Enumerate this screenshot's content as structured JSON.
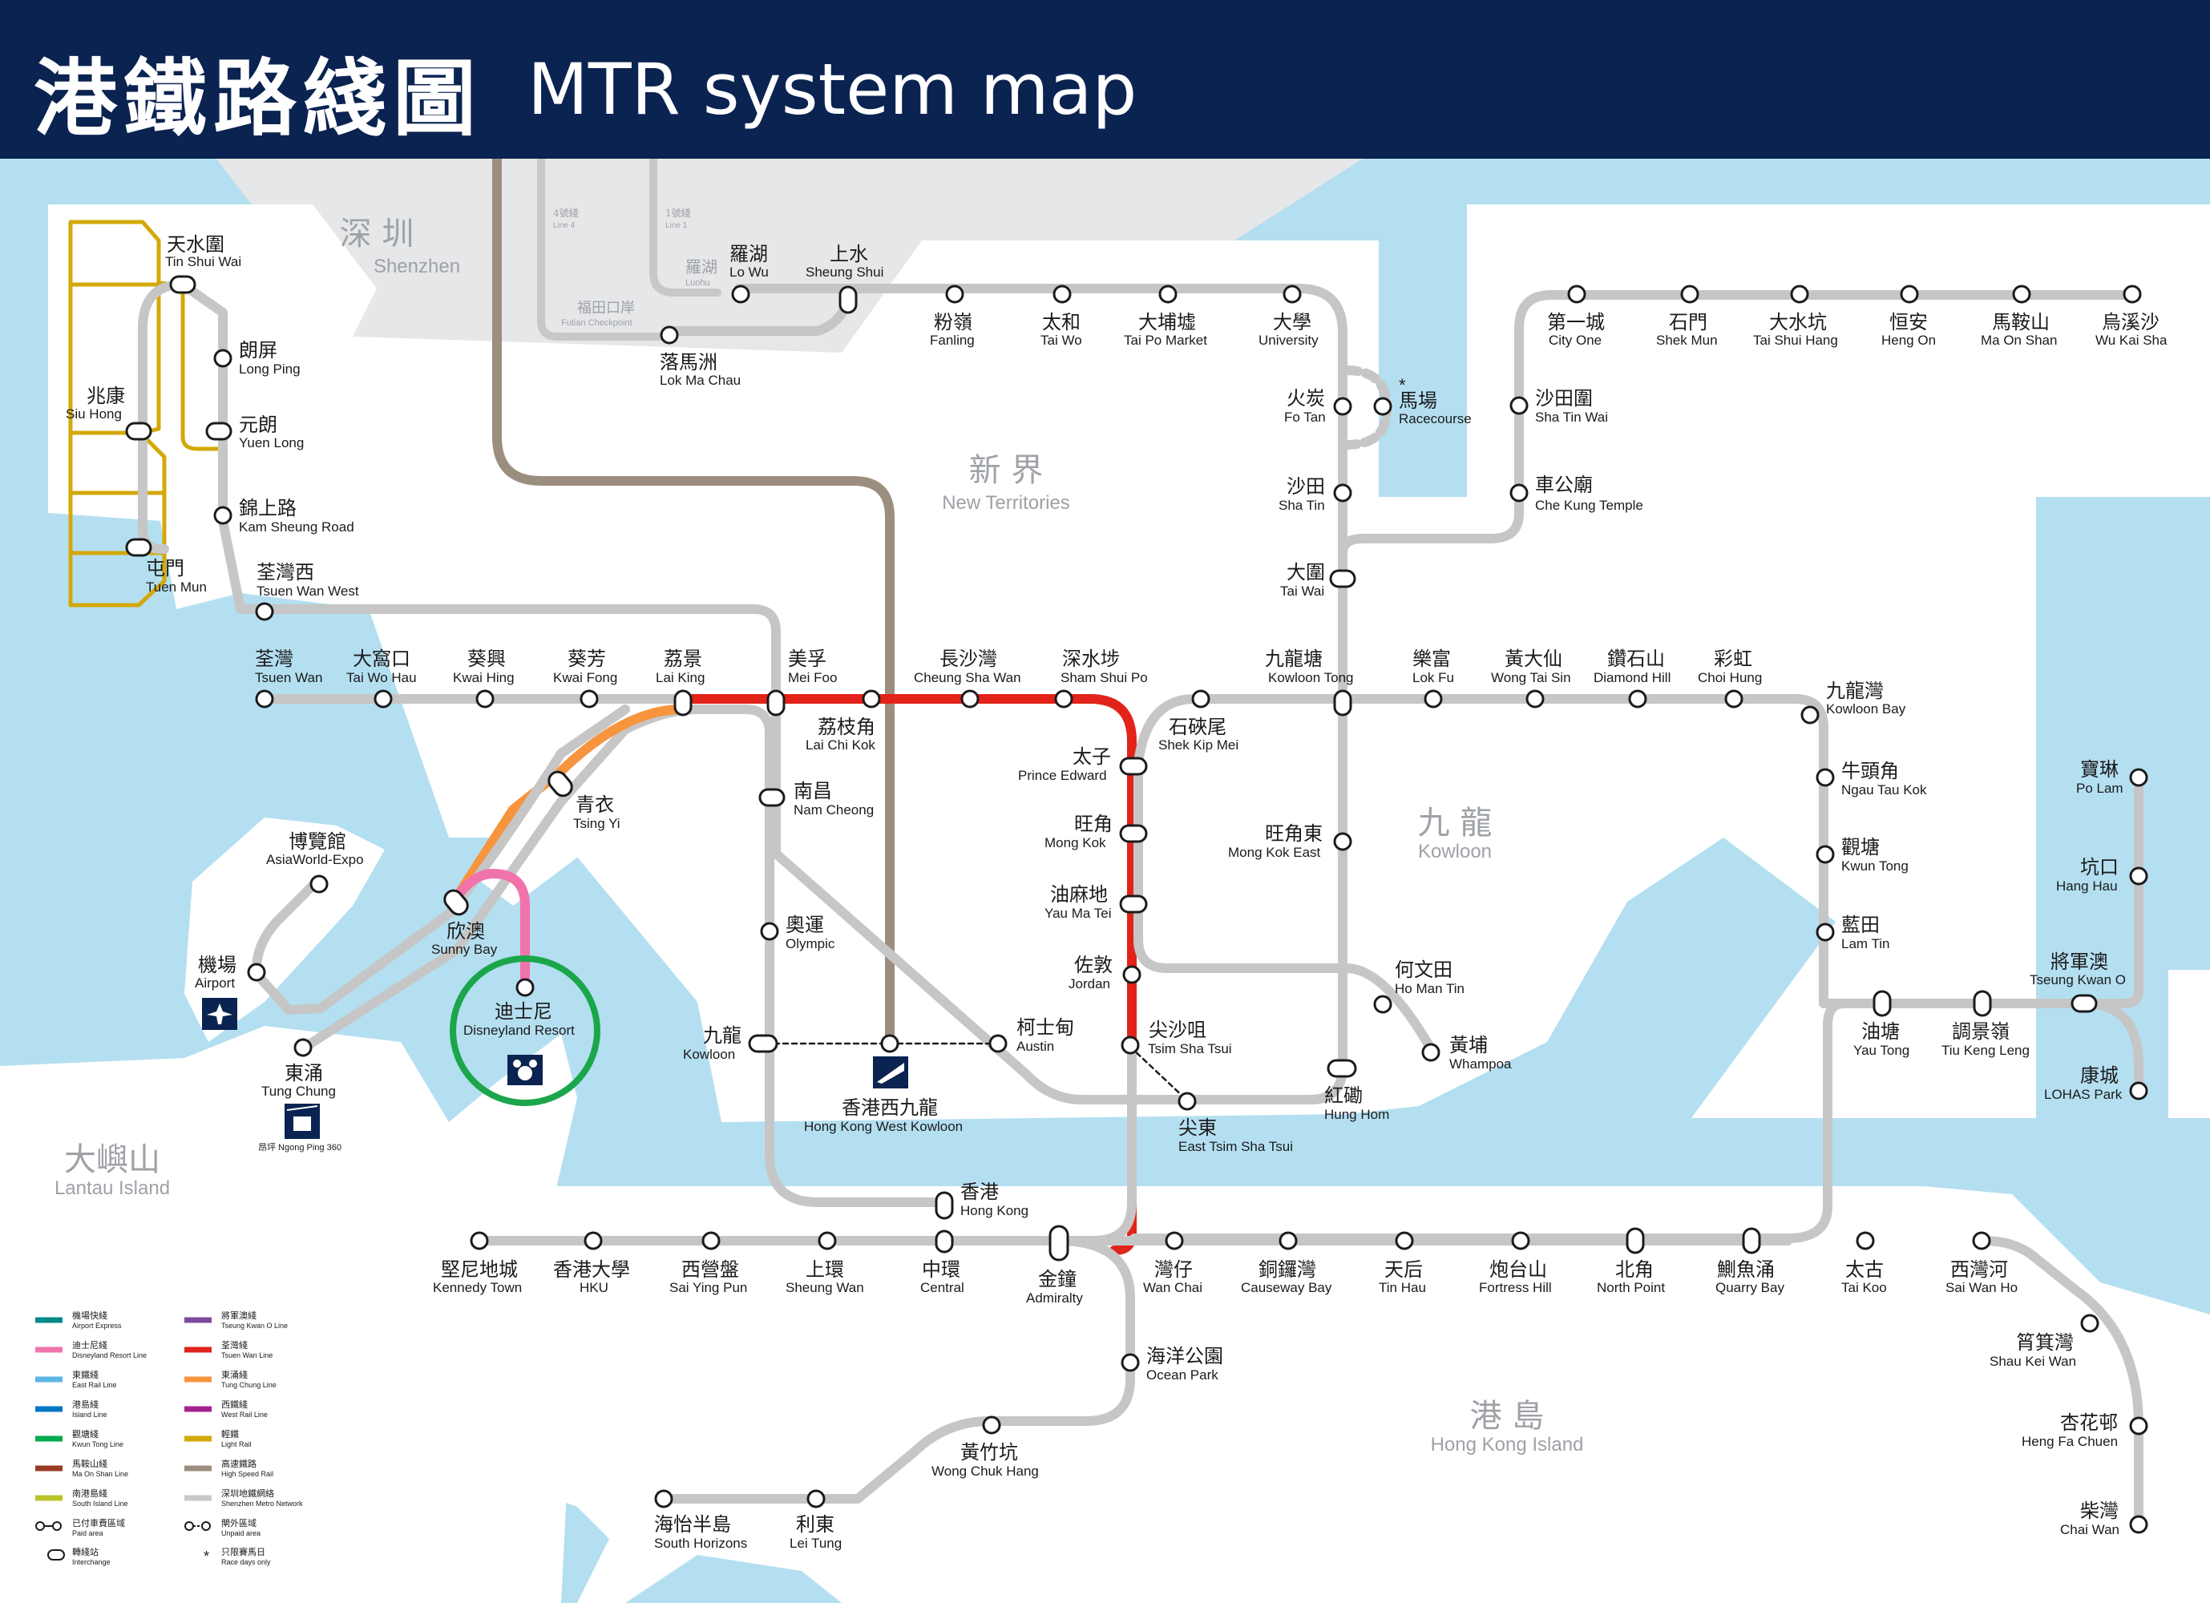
{
  "title": {
    "zh": "港鐵路綫圖",
    "en": "MTR system map"
  },
  "regions": [
    {
      "id": "shenzhen",
      "zh": "深 圳",
      "en": "Shenzhen"
    },
    {
      "id": "nt",
      "zh": "新 界",
      "en": "New Territories"
    },
    {
      "id": "kowloon",
      "zh": "九 龍",
      "en": "Kowloon"
    },
    {
      "id": "lantau",
      "zh": "大嶼山",
      "en": "Lantau Island"
    },
    {
      "id": "hki",
      "zh": "港 島",
      "en": "Hong Kong Island"
    }
  ],
  "shenzhen_labels": {
    "line4": "4號綫",
    "line4_en": "Line 4",
    "line1": "1號綫",
    "line1_en": "Line 1",
    "luohu": "羅湖",
    "luohu_en": "Luohu",
    "futian": "福田口岸",
    "futian_en": "Futian Checkpoint"
  },
  "stations": [
    {
      "id": "tin-shui-wai",
      "zh": "天水圍",
      "en": "Tin Shui Wai"
    },
    {
      "id": "long-ping",
      "zh": "朗屏",
      "en": "Long Ping"
    },
    {
      "id": "siu-hong",
      "zh": "兆康",
      "en": "Siu Hong"
    },
    {
      "id": "yuen-long",
      "zh": "元朗",
      "en": "Yuen Long"
    },
    {
      "id": "kam-sheung-road",
      "zh": "錦上路",
      "en": "Kam Sheung Road"
    },
    {
      "id": "tuen-mun",
      "zh": "屯門",
      "en": "Tuen Mun"
    },
    {
      "id": "tsuen-wan-west",
      "zh": "荃灣西",
      "en": "Tsuen Wan West"
    },
    {
      "id": "lo-wu",
      "zh": "羅湖",
      "en": "Lo Wu"
    },
    {
      "id": "sheung-shui",
      "zh": "上水",
      "en": "Sheung Shui"
    },
    {
      "id": "lok-ma-chau",
      "zh": "落馬洲",
      "en": "Lok Ma Chau"
    },
    {
      "id": "fanling",
      "zh": "粉嶺",
      "en": "Fanling"
    },
    {
      "id": "tai-wo",
      "zh": "太和",
      "en": "Tai Wo"
    },
    {
      "id": "tai-po-market",
      "zh": "大埔墟",
      "en": "Tai Po Market"
    },
    {
      "id": "university",
      "zh": "大學",
      "en": "University"
    },
    {
      "id": "fo-tan",
      "zh": "火炭",
      "en": "Fo Tan"
    },
    {
      "id": "racecourse",
      "zh": "馬場",
      "en": "Racecourse"
    },
    {
      "id": "sha-tin",
      "zh": "沙田",
      "en": "Sha Tin"
    },
    {
      "id": "tai-wai",
      "zh": "大圍",
      "en": "Tai Wai"
    },
    {
      "id": "che-kung-temple",
      "zh": "車公廟",
      "en": "Che Kung Temple"
    },
    {
      "id": "sha-tin-wai",
      "zh": "沙田圍",
      "en": "Sha Tin Wai"
    },
    {
      "id": "city-one",
      "zh": "第一城",
      "en": "City One"
    },
    {
      "id": "shek-mun",
      "zh": "石門",
      "en": "Shek Mun"
    },
    {
      "id": "tai-shui-hang",
      "zh": "大水坑",
      "en": "Tai Shui Hang"
    },
    {
      "id": "heng-on",
      "zh": "恒安",
      "en": "Heng On"
    },
    {
      "id": "ma-on-shan",
      "zh": "馬鞍山",
      "en": "Ma On Shan"
    },
    {
      "id": "wu-kai-sha",
      "zh": "烏溪沙",
      "en": "Wu Kai Sha"
    },
    {
      "id": "tsuen-wan",
      "zh": "荃灣",
      "en": "Tsuen Wan"
    },
    {
      "id": "tai-wo-hau",
      "zh": "大窩口",
      "en": "Tai Wo Hau"
    },
    {
      "id": "kwai-hing",
      "zh": "葵興",
      "en": "Kwai Hing"
    },
    {
      "id": "kwai-fong",
      "zh": "葵芳",
      "en": "Kwai Fong"
    },
    {
      "id": "lai-king",
      "zh": "荔景",
      "en": "Lai King"
    },
    {
      "id": "mei-foo",
      "zh": "美孚",
      "en": "Mei Foo"
    },
    {
      "id": "lai-chi-kok",
      "zh": "荔枝角",
      "en": "Lai Chi Kok"
    },
    {
      "id": "cheung-sha-wan",
      "zh": "長沙灣",
      "en": "Cheung Sha Wan"
    },
    {
      "id": "sham-shui-po",
      "zh": "深水埗",
      "en": "Sham Shui Po"
    },
    {
      "id": "shek-kip-mei",
      "zh": "石硤尾",
      "en": "Shek Kip Mei"
    },
    {
      "id": "kowloon-tong",
      "zh": "九龍塘",
      "en": "Kowloon Tong"
    },
    {
      "id": "lok-fu",
      "zh": "樂富",
      "en": "Lok Fu"
    },
    {
      "id": "wong-tai-sin",
      "zh": "黃大仙",
      "en": "Wong Tai Sin"
    },
    {
      "id": "diamond-hill",
      "zh": "鑽石山",
      "en": "Diamond Hill"
    },
    {
      "id": "choi-hung",
      "zh": "彩虹",
      "en": "Choi Hung"
    },
    {
      "id": "kowloon-bay",
      "zh": "九龍灣",
      "en": "Kowloon Bay"
    },
    {
      "id": "ngau-tau-kok",
      "zh": "牛頭角",
      "en": "Ngau Tau Kok"
    },
    {
      "id": "kwun-tong",
      "zh": "觀塘",
      "en": "Kwun Tong"
    },
    {
      "id": "lam-tin",
      "zh": "藍田",
      "en": "Lam Tin"
    },
    {
      "id": "po-lam",
      "zh": "寶琳",
      "en": "Po Lam"
    },
    {
      "id": "hang-hau",
      "zh": "坑口",
      "en": "Hang Hau"
    },
    {
      "id": "tseung-kwan-o",
      "zh": "將軍澳",
      "en": "Tseung Kwan O"
    },
    {
      "id": "yau-tong",
      "zh": "油塘",
      "en": "Yau Tong"
    },
    {
      "id": "tiu-keng-leng",
      "zh": "調景嶺",
      "en": "Tiu Keng Leng"
    },
    {
      "id": "lohas-park",
      "zh": "康城",
      "en": "LOHAS Park"
    },
    {
      "id": "tsing-yi",
      "zh": "青衣",
      "en": "Tsing Yi"
    },
    {
      "id": "asiaworld-expo",
      "zh": "博覽館",
      "en": "AsiaWorld-Expo"
    },
    {
      "id": "airport",
      "zh": "機場",
      "en": "Airport"
    },
    {
      "id": "sunny-bay",
      "zh": "欣澳",
      "en": "Sunny Bay"
    },
    {
      "id": "disneyland-resort",
      "zh": "迪士尼",
      "en": "Disneyland Resort"
    },
    {
      "id": "tung-chung",
      "zh": "東涌",
      "en": "Tung Chung"
    },
    {
      "id": "nam-cheong",
      "zh": "南昌",
      "en": "Nam Cheong"
    },
    {
      "id": "olympic",
      "zh": "奧運",
      "en": "Olympic"
    },
    {
      "id": "kowloon",
      "zh": "九龍",
      "en": "Kowloon"
    },
    {
      "id": "hong-kong-west-kowloon",
      "zh": "香港西九龍",
      "en": "Hong Kong West Kowloon"
    },
    {
      "id": "austin",
      "zh": "柯士甸",
      "en": "Austin"
    },
    {
      "id": "prince-edward",
      "zh": "太子",
      "en": "Prince Edward"
    },
    {
      "id": "mong-kok",
      "zh": "旺角",
      "en": "Mong Kok"
    },
    {
      "id": "yau-ma-tei",
      "zh": "油麻地",
      "en": "Yau Ma Tei"
    },
    {
      "id": "jordan",
      "zh": "佐敦",
      "en": "Jordan"
    },
    {
      "id": "tsim-sha-tsui",
      "zh": "尖沙咀",
      "en": "Tsim Sha Tsui"
    },
    {
      "id": "east-tsim-sha-tsui",
      "zh": "尖東",
      "en": "East Tsim Sha Tsui"
    },
    {
      "id": "mong-kok-east",
      "zh": "旺角東",
      "en": "Mong Kok East"
    },
    {
      "id": "ho-man-tin",
      "zh": "何文田",
      "en": "Ho Man Tin"
    },
    {
      "id": "whampoa",
      "zh": "黃埔",
      "en": "Whampoa"
    },
    {
      "id": "hung-hom",
      "zh": "紅磡",
      "en": "Hung Hom"
    },
    {
      "id": "hong-kong",
      "zh": "香港",
      "en": "Hong Kong"
    },
    {
      "id": "kennedy-town",
      "zh": "堅尼地城",
      "en": "Kennedy Town"
    },
    {
      "id": "hku",
      "zh": "香港大學",
      "en": "HKU"
    },
    {
      "id": "sai-ying-pun",
      "zh": "西營盤",
      "en": "Sai Ying Pun"
    },
    {
      "id": "sheung-wan",
      "zh": "上環",
      "en": "Sheung Wan"
    },
    {
      "id": "central",
      "zh": "中環",
      "en": "Central"
    },
    {
      "id": "admiralty",
      "zh": "金鐘",
      "en": "Admiralty"
    },
    {
      "id": "wan-chai",
      "zh": "灣仔",
      "en": "Wan Chai"
    },
    {
      "id": "causeway-bay",
      "zh": "銅鑼灣",
      "en": "Causeway Bay"
    },
    {
      "id": "tin-hau",
      "zh": "天后",
      "en": "Tin Hau"
    },
    {
      "id": "fortress-hill",
      "zh": "炮台山",
      "en": "Fortress Hill"
    },
    {
      "id": "north-point",
      "zh": "北角",
      "en": "North Point"
    },
    {
      "id": "quarry-bay",
      "zh": "鰂魚涌",
      "en": "Quarry Bay"
    },
    {
      "id": "tai-koo",
      "zh": "太古",
      "en": "Tai Koo"
    },
    {
      "id": "sai-wan-ho",
      "zh": "西灣河",
      "en": "Sai Wan Ho"
    },
    {
      "id": "shau-kei-wan",
      "zh": "筲箕灣",
      "en": "Shau Kei Wan"
    },
    {
      "id": "heng-fa-chuen",
      "zh": "杏花邨",
      "en": "Heng Fa Chuen"
    },
    {
      "id": "chai-wan",
      "zh": "柴灣",
      "en": "Chai Wan"
    },
    {
      "id": "ocean-park",
      "zh": "海洋公園",
      "en": "Ocean Park"
    },
    {
      "id": "wong-chuk-hang",
      "zh": "黃竹坑",
      "en": "Wong Chuk Hang"
    },
    {
      "id": "lei-tung",
      "zh": "利東",
      "en": "Lei Tung"
    },
    {
      "id": "south-horizons",
      "zh": "海怡半島",
      "en": "South Horizons"
    }
  ],
  "ngong_ping": "昂坪 Ngong Ping 360",
  "racecourse_marker": "*",
  "legend": [
    {
      "zh": "機場快綫",
      "en": "Airport Express",
      "color": "#00888a"
    },
    {
      "zh": "將軍澳綫",
      "en": "Tseung Kwan O Line",
      "color": "#7d499d"
    },
    {
      "zh": "迪士尼綫",
      "en": "Disneyland Resort Line",
      "color": "#f173ac"
    },
    {
      "zh": "荃灣綫",
      "en": "Tsuen Wan Line",
      "color": "#e2231a"
    },
    {
      "zh": "東鐵綫",
      "en": "East Rail Line",
      "color": "#5eb6e4"
    },
    {
      "zh": "東涌綫",
      "en": "Tung Chung Line",
      "color": "#f7943e"
    },
    {
      "zh": "港島綫",
      "en": "Island Line",
      "color": "#0075c2"
    },
    {
      "zh": "西鐵綫",
      "en": "West Rail Line",
      "color": "#a3218e"
    },
    {
      "zh": "觀塘綫",
      "en": "Kwun Tong Line",
      "color": "#00ab4e"
    },
    {
      "zh": "輕鐵",
      "en": "Light Rail",
      "color": "#d3a809"
    },
    {
      "zh": "馬鞍山綫",
      "en": "Ma On Shan Line",
      "color": "#9a3b26"
    },
    {
      "zh": "高速鐵路",
      "en": "High Speed Rail",
      "color": "#9c8e7e"
    },
    {
      "zh": "南港島綫",
      "en": "South Island Line",
      "color": "#bac429"
    },
    {
      "zh": "深圳地鐵網絡",
      "en": "Shenzhen Metro Network",
      "color": "#c8c8c8"
    },
    {
      "zh": "已付車費區域",
      "en": "Paid area",
      "color": "symbol"
    },
    {
      "zh": "閘外區域",
      "en": "Unpaid area",
      "color": "symbol"
    },
    {
      "zh": "轉綫站",
      "en": "Interchange",
      "color": "symbol"
    },
    {
      "zh": "只限賽馬日",
      "en": "Race days only",
      "color": "symbol"
    }
  ],
  "colors": {
    "header": "#0b2350",
    "sea": "#b4dff1",
    "land": "#ffffff",
    "shenzhen": "#e6e7e8",
    "line_grey": "#c6c6c6",
    "highlight": "#e2231a",
    "tcl": "#f7943e",
    "drl": "#f173ac",
    "light_rail": "#d3a809",
    "hsr": "#9c8e7e",
    "kwun_tong": "#00ab4e"
  }
}
